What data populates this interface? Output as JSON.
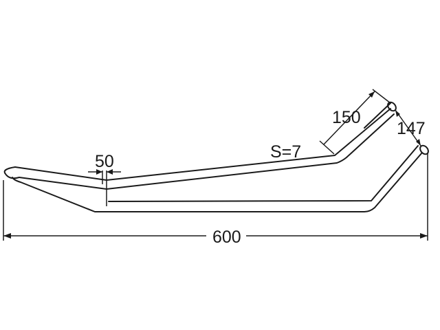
{
  "drawing": {
    "colors": {
      "line": "#1a1a1a",
      "background": "#ffffff"
    },
    "dimensions": {
      "overall_length": "600",
      "bend_segment_length": "150",
      "tip_width": "147",
      "section_width": "50",
      "thickness": "S=7"
    }
  }
}
